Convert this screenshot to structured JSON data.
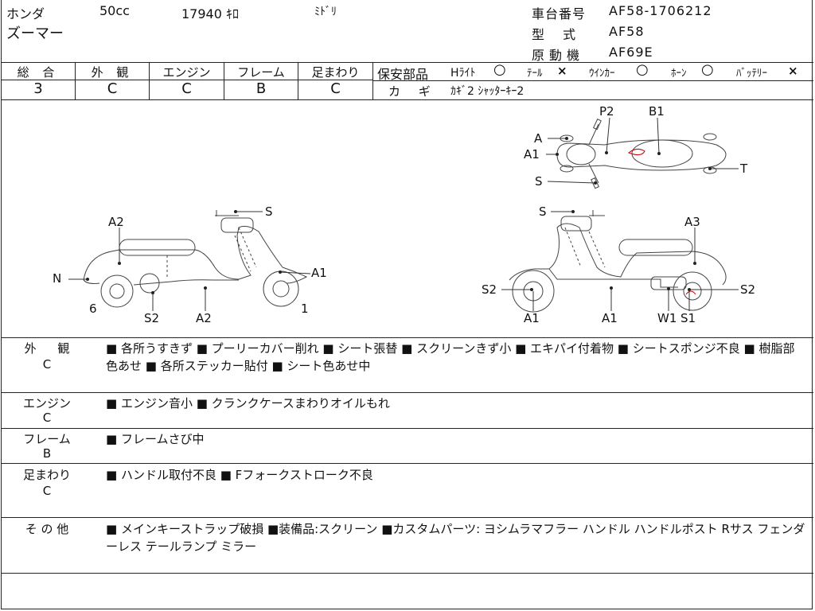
{
  "header": {
    "maker": "ホンダ",
    "displacement": "50cc",
    "mileage": "17940 ｷﾛ",
    "color": "ﾐﾄﾞﾘ",
    "model_name": "ズーマー",
    "frame_no_label": "車台番号",
    "frame_no": "AF58-1706212",
    "type_label": "型 式",
    "type": "AF58",
    "engine_label": "原動機",
    "engine": "AF69E"
  },
  "grades": [
    {
      "label": "総 合",
      "value": "3"
    },
    {
      "label": "外 観",
      "value": "C"
    },
    {
      "label": "エンジン",
      "value": "C"
    },
    {
      "label": "フレーム",
      "value": "B"
    },
    {
      "label": "足まわり",
      "value": "C"
    }
  ],
  "safety": {
    "label": "保安部品",
    "headlight": "Hﾗｲﾄ",
    "headlight_mark": "○",
    "tail": "ﾃｰﾙ",
    "tail_mark": "×",
    "winker": "ｳｲﾝｶｰ",
    "winker_mark": "○",
    "horn": "ﾎｰﾝ",
    "horn_mark": "○",
    "battery": "ﾊﾞｯﾃﾘｰ",
    "battery_mark": "×",
    "key_label": "カ ギ",
    "key_value": "ｶｷﾞ2 ｼｬｯﾀｰｷｰ2"
  },
  "diagram_labels": {
    "top": [
      "A",
      "A1",
      "S",
      "P2",
      "B1",
      "T"
    ],
    "left": [
      "A2",
      "S",
      "N",
      "A1",
      "6",
      "S2",
      "A2",
      "1"
    ],
    "right": [
      "S",
      "A3",
      "S2",
      "S2",
      "A1",
      "A1",
      "W1",
      "S1"
    ]
  },
  "sections": [
    {
      "label": "外 観",
      "grade": "C",
      "text": "■ 各所うすきず ■ プーリーカバー削れ ■ シート張替 ■ スクリーンきず小 ■ エキパイ付着物 ■ シートスポンジ不良 ■ 樹脂部色あせ ■ 各所ステッカー貼付 ■ シート色あせ中"
    },
    {
      "label": "エンジン",
      "grade": "C",
      "text": "■ エンジン音小 ■ クランクケースまわりオイルもれ"
    },
    {
      "label": "フレーム",
      "grade": "B",
      "text": "■ フレームさび中"
    },
    {
      "label": "足まわり",
      "grade": "C",
      "text": "■ ハンドル取付不良 ■ Fフォークストローク不良"
    },
    {
      "label": "そ の 他",
      "grade": "",
      "text": "■ メインキーストラップ破損 ■装備品:スクリーン ■カスタムパーツ: ヨシムラマフラー ハンドル ハンドルポスト Rサス フェンダーレス テールランプ ミラー"
    }
  ]
}
